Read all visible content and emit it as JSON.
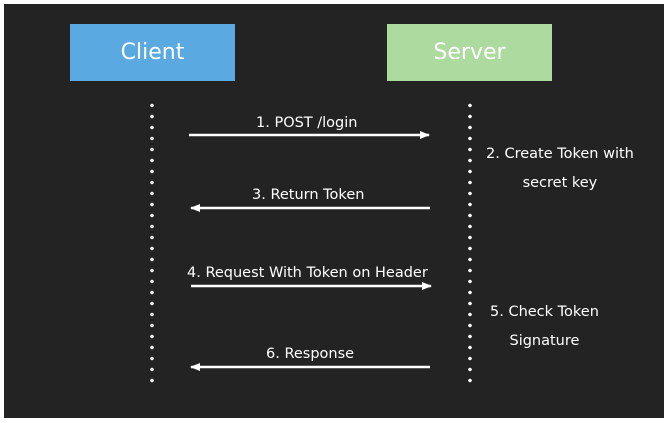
{
  "actors": {
    "client": "Client",
    "server": "Server"
  },
  "messages": [
    {
      "label": "1. POST /login",
      "direction": "right"
    },
    {
      "label": "3. Return Token",
      "direction": "left"
    },
    {
      "label": "4. Request With Token on Header",
      "direction": "right"
    },
    {
      "label": "6. Response",
      "direction": "left"
    }
  ],
  "notes": {
    "create_token_line1": "2. Create Token with",
    "create_token_line2": "secret key",
    "check_token_line1": "5. Check Token",
    "check_token_line2": "Signature"
  },
  "colors": {
    "background": "#232323",
    "client_box": "#5aa9e0",
    "server_box": "#addb9f",
    "line": "#ffffff"
  }
}
